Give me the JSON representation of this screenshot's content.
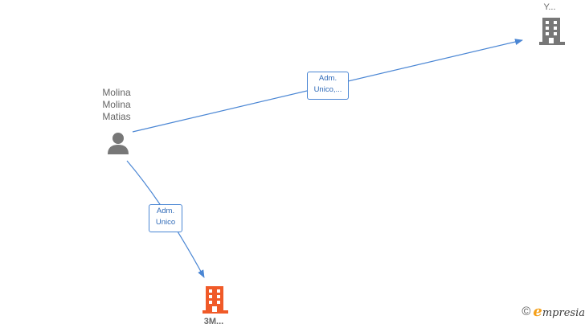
{
  "nodes": {
    "person": {
      "name_lines": [
        "Molina",
        "Molina",
        "Matias"
      ],
      "icon": "person-icon",
      "color": "#777777"
    },
    "company_top": {
      "label": "Y...",
      "icon": "building-icon",
      "color": "#777777"
    },
    "company_bottom": {
      "label": "3M...",
      "icon": "building-icon",
      "color": "#f05a28"
    }
  },
  "edges": [
    {
      "from": "person",
      "to": "company_top",
      "label_lines": [
        "Adm.",
        "Unico,..."
      ]
    },
    {
      "from": "person",
      "to": "company_bottom",
      "label_lines": [
        "Adm.",
        "Unico"
      ]
    }
  ],
  "edge_color": "#4a86d4",
  "brand": {
    "copyright": "©",
    "initial": "e",
    "rest": "mpresia"
  }
}
